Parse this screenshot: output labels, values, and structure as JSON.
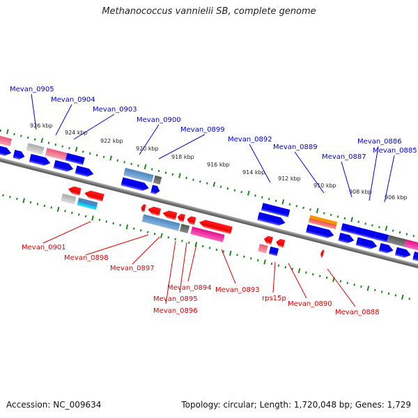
{
  "title": "Methanococcus vannielii SB, complete genome",
  "footer": {
    "accession": "Accession: NC_009634",
    "summary": "Topology: circular; Length: 1,720,048 bp; Genes: 1,729"
  },
  "colors": {
    "forward_label": "#0000e0",
    "reverse_label": "#e00000",
    "tick": "#1a8a1a",
    "backbone": "#888888"
  },
  "kbp_ticks": [
    "926 kbp",
    "924 kbp",
    "922 kbp",
    "920 kbp",
    "918 kbp",
    "916 kbp",
    "914 kbp",
    "912 kbp",
    "910 kbp",
    "908 kbp",
    "906 kbp"
  ],
  "forward_labels": [
    "Mevan_0905",
    "Mevan_0904",
    "Mevan_0903",
    "Mevan_0900",
    "Mevan_0899",
    "Mevan_0892",
    "Mevan_0889",
    "Mevan_0887",
    "Mevan_0886",
    "Mevan_0885"
  ],
  "reverse_labels": [
    "Mevan_0901",
    "Mevan_0898",
    "Mevan_0897",
    "Mevan_0896",
    "Mevan_0895",
    "Mevan_0894",
    "Mevan_0893",
    "rps15p",
    "Mevan_0890",
    "Mevan_0888"
  ]
}
